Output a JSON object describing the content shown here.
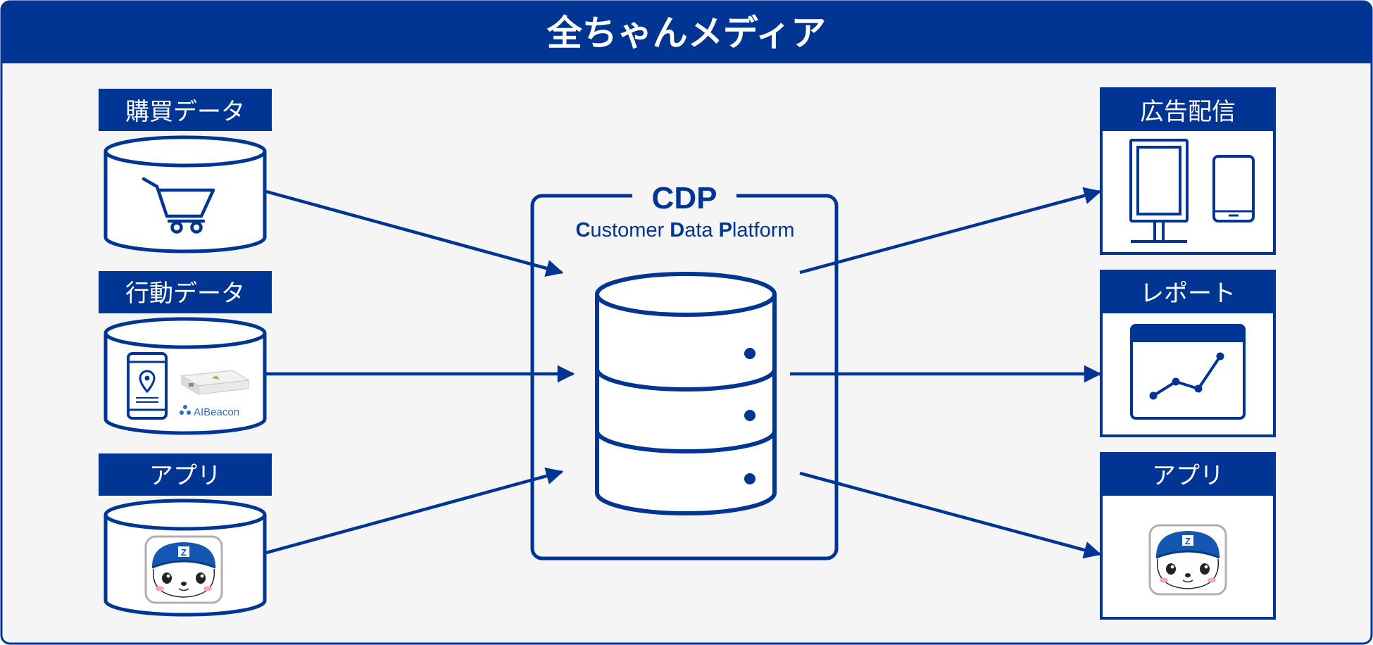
{
  "title": "全ちゃんメディア",
  "inputs": [
    {
      "label": "購買データ",
      "icon": "shopping-cart-icon"
    },
    {
      "label": "行動データ",
      "icon": "smartphone-location-icon",
      "logo": "AIBeacon"
    },
    {
      "label": "アプリ",
      "icon": "app-mascot-icon"
    }
  ],
  "cdp": {
    "title": "CDP",
    "subtitle_parts": [
      "C",
      "ustomer ",
      "D",
      "ata ",
      "P",
      "latform"
    ],
    "icon": "database-icon"
  },
  "outputs": [
    {
      "label": "広告配信",
      "icon": "signage-and-phone-icon"
    },
    {
      "label": "レポート",
      "icon": "line-chart-report-icon"
    },
    {
      "label": "アプリ",
      "icon": "app-mascot-icon"
    }
  ],
  "colors": {
    "primary": "#013593",
    "background": "#f5f5f6",
    "white": "#ffffff",
    "mascot_cheek": "#f4a7b6"
  }
}
